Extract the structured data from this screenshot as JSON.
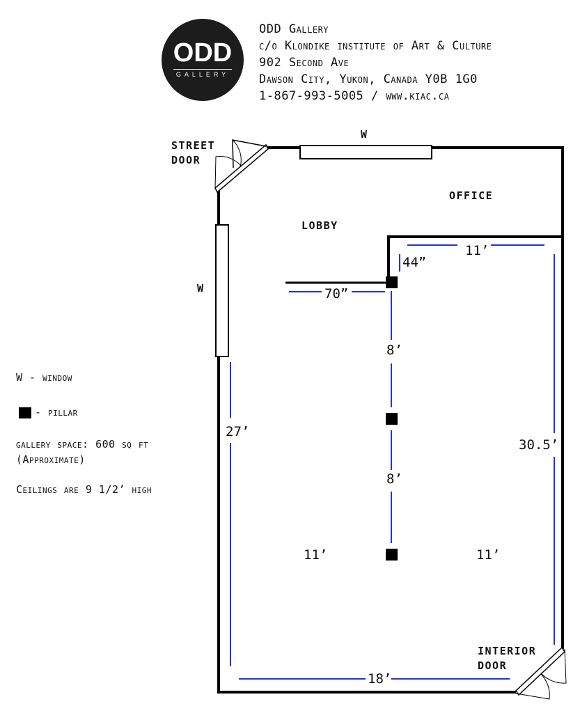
{
  "logo": {
    "name": "ODD",
    "sub": "GALLERY"
  },
  "header": {
    "lines": [
      "ODD Gallery",
      "c/o Klondike institute of Art & Culture",
      "902 Second Ave",
      "Dawson City, Yukon, Canada Y0B 1G0",
      "1-867-993-5005  /  www.kiac.ca"
    ]
  },
  "plan": {
    "street_door": [
      "STREET",
      "DOOR"
    ],
    "interior_door": [
      "INTERIOR",
      "DOOR"
    ],
    "window_top": "W",
    "window_left": "W",
    "office": "OFFICE",
    "lobby": "LOBBY",
    "dims": {
      "top_11": "11’",
      "d44": "44”",
      "d70": "70”",
      "pillar_gap_1": "8’",
      "pillar_gap_2": "8’",
      "left_27": "27’",
      "right_30_5": "30.5’",
      "inner_left_11": "11’",
      "inner_right_11": "11’",
      "bottom_18": "18’"
    }
  },
  "legend": {
    "window": "W  - window",
    "pillar": " - pillar",
    "space": "gallery space: 600 sq ft",
    "approx": "(Approximate)",
    "ceilings": "Ceilings are 9 1/2’ high"
  },
  "colors": {
    "wall": "#000000",
    "dimension": "#2233dd"
  }
}
